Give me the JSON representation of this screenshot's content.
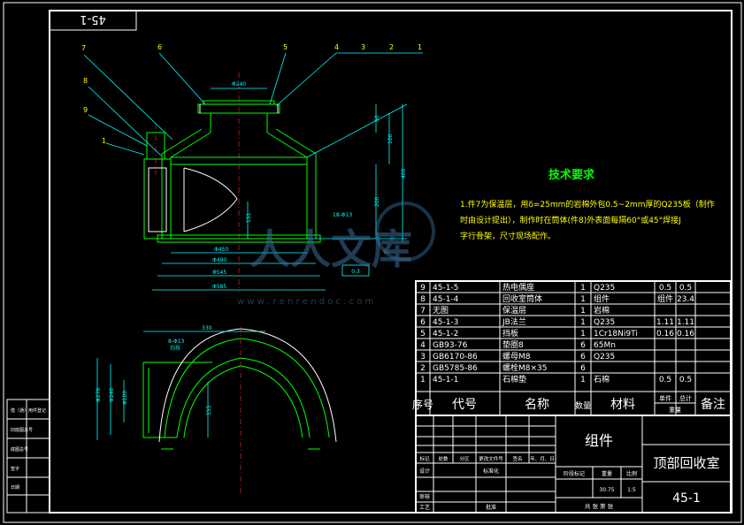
{
  "drawing": {
    "number_top": "45-1",
    "number_bottom": "45-1",
    "title_name": "顶部回收室",
    "assembly_label": "组件",
    "scale": "1:5",
    "weight": "30.75",
    "sheet_note": "共  张  第  张"
  },
  "tech_requirements": {
    "heading": "技术要求",
    "line1": "1.件7为保温层，用δ=25mm的岩棉外包0.5~2mm厚的Q235板（制作",
    "line2": "时由设计提出），制作时在筒体(件8)外表面每隔60°或45°焊接J",
    "line3": "字行骨架，尺寸现场配作。"
  },
  "bom": {
    "headers": [
      "序号",
      "代号",
      "名称",
      "数量",
      "材料",
      "单件",
      "总计",
      "备注"
    ],
    "weight_label": "重量",
    "rows": [
      {
        "no": "9",
        "code": "45-1-5",
        "name": "热电偶座",
        "qty": "1",
        "mat": "Q235",
        "unit": "0.5",
        "total": "0.5",
        "note": ""
      },
      {
        "no": "8",
        "code": "45-1-4",
        "name": "回收室筒体",
        "qty": "1",
        "mat": "组件",
        "unit": "组件",
        "total": "23.4",
        "note": ""
      },
      {
        "no": "7",
        "code": "无图",
        "name": "保温层",
        "qty": "1",
        "mat": "岩棉",
        "unit": "",
        "total": "",
        "note": ""
      },
      {
        "no": "6",
        "code": "45-1-3",
        "name": "JB法兰",
        "qty": "1",
        "mat": "Q235",
        "unit": "1.11",
        "total": "1.11",
        "note": ""
      },
      {
        "no": "5",
        "code": "45-1-2",
        "name": "挡板",
        "qty": "1",
        "mat": "1Cr18Ni9Ti",
        "unit": "0.16",
        "total": "0.16",
        "note": ""
      },
      {
        "no": "4",
        "code": "GB93-76",
        "name": "垫圈8",
        "qty": "6",
        "mat": "65Mn",
        "unit": "",
        "total": "",
        "note": ""
      },
      {
        "no": "3",
        "code": "GB6170-86",
        "name": "螺母M8",
        "qty": "6",
        "mat": "Q235",
        "unit": "",
        "total": "",
        "note": ""
      },
      {
        "no": "2",
        "code": "GB5785-86",
        "name": "螺栓M8×35",
        "qty": "6",
        "mat": "",
        "unit": "",
        "total": "",
        "note": ""
      },
      {
        "no": "1",
        "code": "45-1-1",
        "name": "石棉垫",
        "qty": "1",
        "mat": "石棉",
        "unit": "0.5",
        "total": "0.5",
        "note": ""
      }
    ]
  },
  "title_block": {
    "row_labels": [
      "标记",
      "处数",
      "分区",
      "更改文件号",
      "签名",
      "年、月、日"
    ],
    "design": "设计",
    "standard": "标准化",
    "review": "审核",
    "process": "工艺",
    "approve": "批准",
    "stage_cols": [
      "阶段标记",
      "重量",
      "比例"
    ]
  },
  "left_strip": {
    "items": [
      "借（通）用件登记",
      "旧底图总号",
      "底图总号",
      "签字",
      "日期"
    ]
  },
  "dims": {
    "top_dia": "Φ240",
    "d1": "Φ450",
    "d2": "Φ490",
    "d3": "Φ545",
    "d4": "Φ585",
    "h1": "50",
    "h2": "100",
    "h3": "200",
    "h4": "400",
    "h5": "151",
    "slot": "18-Φ13",
    "side_w": "330",
    "side_slot": "8-Φ13",
    "side_note": "均布",
    "side_h1": "Φ270",
    "side_h2": "Φ240",
    "side_h3": "Φ100",
    "side_r": "155",
    "flat": "0.3"
  },
  "callouts": [
    "1",
    "2",
    "3",
    "4",
    "5",
    "6",
    "7",
    "8",
    "9"
  ],
  "watermark": {
    "cn": "人人文库",
    "url": "w w w . r e n r e n d o c . c o m"
  },
  "colors": {
    "background": "#000000",
    "frame": "#ffffff",
    "part_lines": "#00ff00",
    "heading": "#00ff00",
    "text": "#ffff00",
    "dims": "#00ffff",
    "center": "#ff3030"
  }
}
